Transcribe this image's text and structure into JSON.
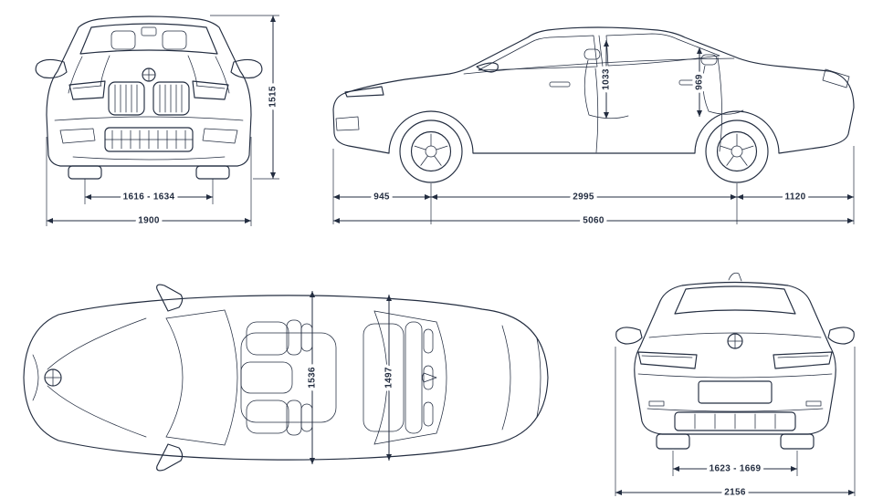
{
  "colors": {
    "ink": "#232d40",
    "background": "#ffffff"
  },
  "views": {
    "front": {
      "dims": {
        "overall_height": "1515",
        "track": "1616 - 1634",
        "overall_width": "1900"
      }
    },
    "side": {
      "dims": {
        "front_headroom": "1033",
        "rear_headroom": "969",
        "front_overhang": "945",
        "wheelbase": "2995",
        "rear_overhang": "1120",
        "overall_length": "5060"
      }
    },
    "top": {
      "dims": {
        "front_interior_width": "1536",
        "rear_interior_width": "1497"
      }
    },
    "rear": {
      "dims": {
        "track": "1623 - 1669",
        "width_incl_mirrors": "2156"
      }
    }
  }
}
